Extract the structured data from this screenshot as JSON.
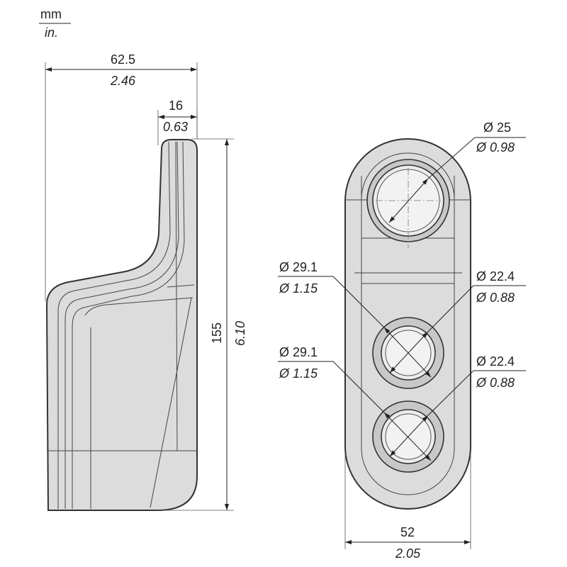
{
  "units": {
    "top": "mm",
    "bottom": "in."
  },
  "dimensions": {
    "width_side": {
      "mm": "62.5",
      "in": "2.46"
    },
    "thickness": {
      "mm": "16",
      "in": "0.63"
    },
    "height": {
      "mm": "155",
      "in": "6.10"
    },
    "top_hole": {
      "mm": "Ø 25",
      "in": "Ø 0.98"
    },
    "mid_outer": {
      "mm": "Ø 29.1",
      "in": "Ø 1.15"
    },
    "mid_inner": {
      "mm": "Ø 22.4",
      "in": "Ø 0.88"
    },
    "bot_outer": {
      "mm": "Ø 29.1",
      "in": "Ø 1.15"
    },
    "bot_inner": {
      "mm": "Ø 22.4",
      "in": "Ø 0.88"
    },
    "width_front": {
      "mm": "52",
      "in": "2.05"
    }
  }
}
